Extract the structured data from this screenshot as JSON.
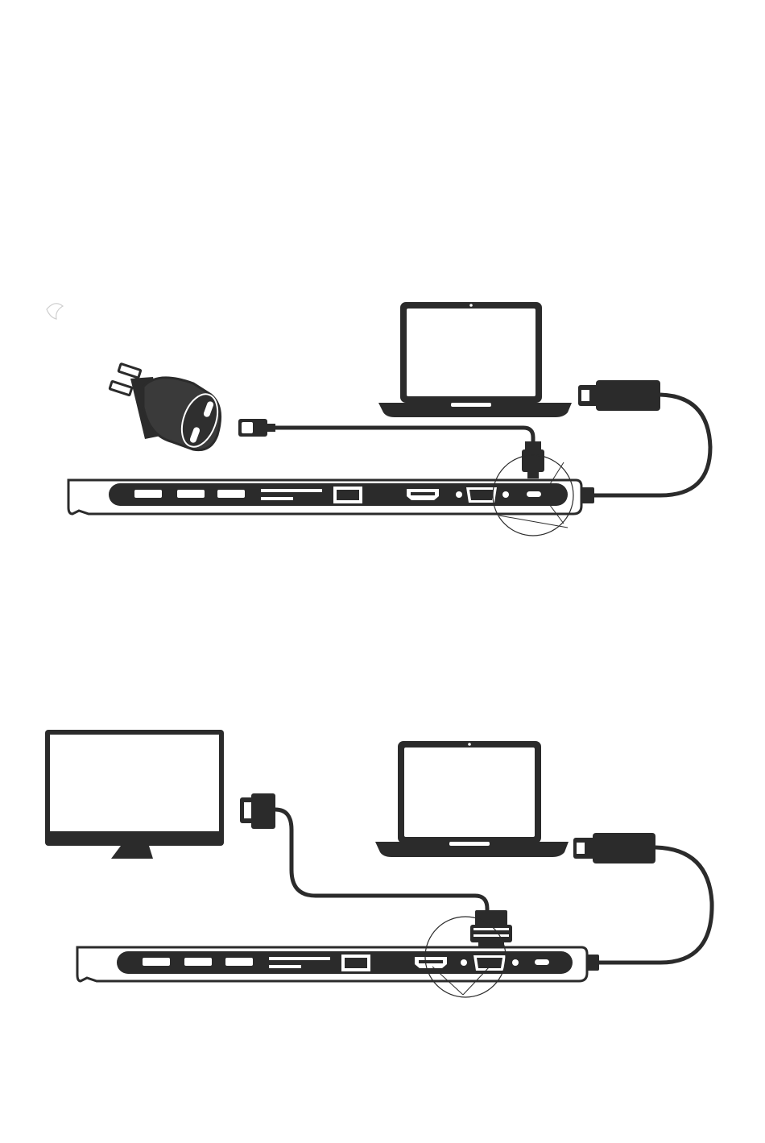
{
  "colors": {
    "ink": "#2b2b2b",
    "dark": "#333333",
    "mid": "#555555",
    "light": "#ffffff"
  },
  "panels": [
    {
      "id": "power-and-laptop",
      "devices": [
        "power-adapter-icon",
        "laptop-icon",
        "usb-c-hub-icon"
      ],
      "highlight": "usb-c-pd-port"
    },
    {
      "id": "monitor-and-laptop",
      "devices": [
        "monitor-icon",
        "laptop-icon",
        "usb-c-hub-icon"
      ],
      "highlight": "hdmi-vga-ports"
    }
  ]
}
